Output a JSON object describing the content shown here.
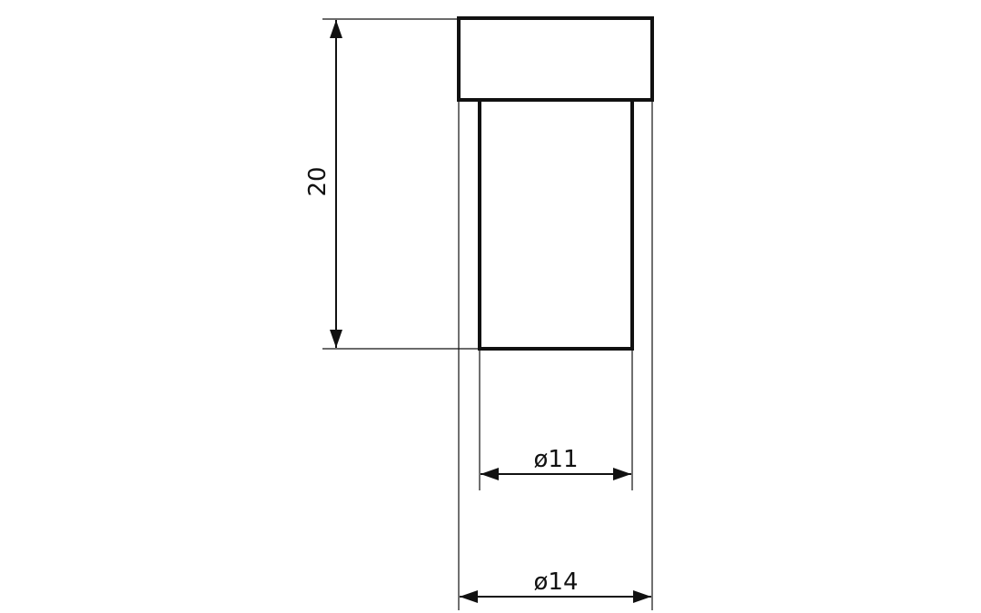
{
  "drawing": {
    "height_label": "20",
    "inner_diameter_label": "ø11",
    "outer_diameter_label": "ø14"
  },
  "colors": {
    "line": "#111111",
    "background": "#ffffff"
  }
}
